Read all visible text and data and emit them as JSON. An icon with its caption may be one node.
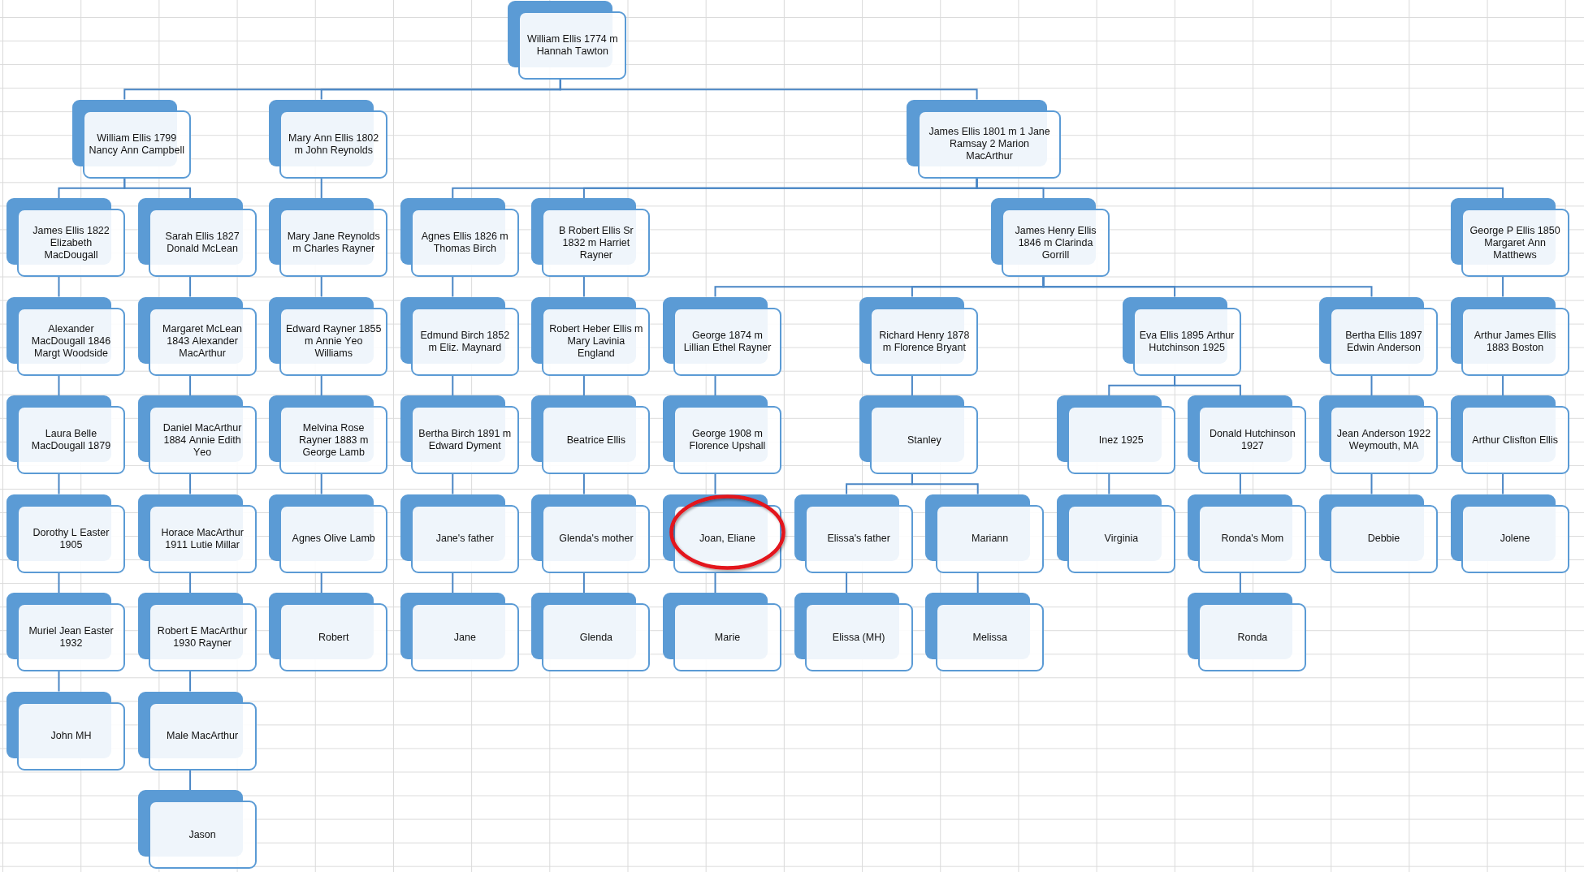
{
  "diagram": {
    "nodes": [
      {
        "text": [
          "William Ellis 1774 m Hannah Tawton"
        ]
      },
      {
        "text": [
          "William Ellis 1799 Nancy Ann Campbell"
        ]
      },
      {
        "text": [
          "Mary Ann Ellis 1802 m John Reynolds"
        ]
      },
      {
        "text": [
          "James Ellis 1801 m 1 Jane Ramsay 2 Marion MacArthur"
        ]
      },
      {
        "text": [
          "James Ellis 1822 Elizabeth MacDougall"
        ]
      },
      {
        "text": [
          "Sarah Ellis 1827 Donald McLean"
        ]
      },
      {
        "text": [
          "Mary Jane Reynolds m Charles Rayner"
        ]
      },
      {
        "text": [
          "Agnes Ellis 1826 m Thomas Birch"
        ]
      },
      {
        "text": [
          "B Robert Ellis Sr 1832 m Harriet Rayner"
        ]
      },
      {
        "text": [
          "James Henry Ellis 1846 m Clarinda Gorrill"
        ]
      },
      {
        "text": [
          "George P Ellis 1850 Margaret Ann Matthews"
        ]
      },
      {
        "text": [
          "Alexander MacDougall 1846 Margt Woodside"
        ]
      },
      {
        "text": [
          "Margaret McLean 1843 Alexander MacArthur"
        ]
      },
      {
        "text": [
          "Edward Rayner 1855 m Annie Yeo Williams"
        ]
      },
      {
        "text": [
          "Edmund Birch 1852 m Eliz. Maynard"
        ]
      },
      {
        "text": [
          "Robert Heber Ellis m Mary Lavinia England"
        ]
      },
      {
        "text": [
          "George 1874 m Lillian Ethel Rayner"
        ]
      },
      {
        "text": [
          "Richard Henry 1878 m Florence Bryant"
        ]
      },
      {
        "text": [
          "Eva Ellis 1895 Arthur Hutchinson 1925"
        ]
      },
      {
        "text": [
          "Bertha Ellis 1897 Edwin Anderson"
        ]
      },
      {
        "text": [
          "Arthur James Ellis 1883 Boston"
        ]
      },
      {
        "text": [
          "Laura Belle MacDougall 1879"
        ]
      },
      {
        "text": [
          "Daniel MacArthur 1884 Annie Edith Yeo"
        ]
      },
      {
        "text": [
          "Melvina Rose Rayner 1883 m George Lamb"
        ]
      },
      {
        "text": [
          "Bertha Birch 1891 m Edward Dyment"
        ]
      },
      {
        "text": [
          "Beatrice Ellis"
        ]
      },
      {
        "text": [
          "George 1908 m Florence Upshall"
        ]
      },
      {
        "text": [
          "Stanley"
        ]
      },
      {
        "text": [
          "Inez 1925"
        ]
      },
      {
        "text": [
          "Donald Hutchinson 1927"
        ]
      },
      {
        "text": [
          "Jean Anderson 1922 Weymouth, MA"
        ]
      },
      {
        "text": [
          "Arthur Clisfton Ellis"
        ]
      },
      {
        "text": [
          "Dorothy L Easter 1905"
        ]
      },
      {
        "text": [
          "Horace MacArthur 1911 Lutie Millar"
        ]
      },
      {
        "text": [
          "Agnes Olive Lamb"
        ]
      },
      {
        "text": [
          "Jane's father"
        ]
      },
      {
        "text": [
          "Glenda's mother"
        ]
      },
      {
        "text": [
          "Joan, Eliane"
        ]
      },
      {
        "text": [
          "Elissa's father"
        ]
      },
      {
        "text": [
          "Mariann"
        ]
      },
      {
        "text": [
          "Virginia"
        ]
      },
      {
        "text": [
          "Ronda's Mom"
        ]
      },
      {
        "text": [
          "Debbie"
        ]
      },
      {
        "text": [
          "Jolene"
        ]
      },
      {
        "text": [
          "Muriel Jean Easter 1932"
        ]
      },
      {
        "text": [
          "Robert E MacArthur 1930 Rayner"
        ]
      },
      {
        "text": [
          "Robert"
        ]
      },
      {
        "text": [
          "Jane"
        ]
      },
      {
        "text": [
          "Glenda"
        ]
      },
      {
        "text": [
          "Marie"
        ]
      },
      {
        "text": [
          "Elissa (MH)"
        ]
      },
      {
        "text": [
          "Melissa"
        ]
      },
      {
        "text": [
          "Ronda"
        ]
      },
      {
        "text": [
          "John MH"
        ]
      },
      {
        "text": [
          "Male MacArthur"
        ]
      },
      {
        "text": [
          "Jason"
        ]
      }
    ],
    "edges": [
      {
        "from": 0,
        "to": 1,
        "arrow": "none"
      },
      {
        "from": 0,
        "to": 2,
        "arrow": "none"
      },
      {
        "from": 0,
        "to": 3,
        "arrow": "none"
      },
      {
        "from": 1,
        "to": 4,
        "arrow": "none"
      },
      {
        "from": 1,
        "to": 5,
        "arrow": "none"
      },
      {
        "from": 2,
        "to": 6,
        "arrow": "none"
      },
      {
        "from": 3,
        "to": 7,
        "arrow": "none"
      },
      {
        "from": 3,
        "to": 8,
        "arrow": "none"
      },
      {
        "from": 3,
        "to": 9,
        "arrow": "none"
      },
      {
        "from": 3,
        "to": 10,
        "arrow": "none"
      },
      {
        "from": 4,
        "to": 11,
        "arrow": "none"
      },
      {
        "from": 5,
        "to": 12,
        "arrow": "none"
      },
      {
        "from": 6,
        "to": 13,
        "arrow": "none"
      },
      {
        "from": 7,
        "to": 14,
        "arrow": "none"
      },
      {
        "from": 8,
        "to": 15,
        "arrow": "none"
      },
      {
        "from": 9,
        "to": 16,
        "arrow": "none"
      },
      {
        "from": 9,
        "to": 17,
        "arrow": "none"
      },
      {
        "from": 9,
        "to": 18,
        "arrow": "none"
      },
      {
        "from": 9,
        "to": 19,
        "arrow": "none"
      },
      {
        "from": 10,
        "to": 20,
        "arrow": "none"
      },
      {
        "from": 11,
        "to": 21,
        "arrow": "none"
      },
      {
        "from": 12,
        "to": 22,
        "arrow": "none"
      },
      {
        "from": 13,
        "to": 23,
        "arrow": "none"
      },
      {
        "from": 14,
        "to": 24,
        "arrow": "none"
      },
      {
        "from": 15,
        "to": 25,
        "arrow": "none"
      },
      {
        "from": 16,
        "to": 26,
        "arrow": "none"
      },
      {
        "from": 17,
        "to": 27,
        "arrow": "none"
      },
      {
        "from": 18,
        "to": 28,
        "arrow": "none"
      },
      {
        "from": 18,
        "to": 29,
        "arrow": "none"
      },
      {
        "from": 19,
        "to": 30,
        "arrow": "none"
      },
      {
        "from": 20,
        "to": 31,
        "arrow": "none"
      },
      {
        "from": 21,
        "to": 32,
        "arrow": "none"
      },
      {
        "from": 22,
        "to": 33,
        "arrow": "none"
      },
      {
        "from": 23,
        "to": 34,
        "arrow": "none"
      },
      {
        "from": 24,
        "to": 35,
        "arrow": "none"
      },
      {
        "from": 25,
        "to": 36,
        "arrow": "none"
      },
      {
        "from": 26,
        "to": 37,
        "arrow": "none"
      },
      {
        "from": 27,
        "to": 38,
        "arrow": "none"
      },
      {
        "from": 27,
        "to": 39,
        "arrow": "none"
      },
      {
        "from": 28,
        "to": 40,
        "arrow": "none"
      },
      {
        "from": 29,
        "to": 41,
        "arrow": "none"
      },
      {
        "from": 30,
        "to": 42,
        "arrow": "none"
      },
      {
        "from": 31,
        "to": 43,
        "arrow": "none"
      },
      {
        "from": 32,
        "to": 44,
        "arrow": "none"
      },
      {
        "from": 33,
        "to": 45,
        "arrow": "none"
      },
      {
        "from": 34,
        "to": 46,
        "arrow": "none"
      },
      {
        "from": 35,
        "to": 47,
        "arrow": "none"
      },
      {
        "from": 36,
        "to": 48,
        "arrow": "none"
      },
      {
        "from": 37,
        "to": 49,
        "arrow": "none"
      },
      {
        "from": 38,
        "to": 50,
        "arrow": "none"
      },
      {
        "from": 39,
        "to": 51,
        "arrow": "none"
      },
      {
        "from": 41,
        "to": 52,
        "arrow": "none"
      },
      {
        "from": 44,
        "to": 53,
        "arrow": "none"
      },
      {
        "from": 45,
        "to": 54,
        "arrow": "none"
      },
      {
        "from": 54,
        "to": 55,
        "arrow": "none"
      }
    ]
  }
}
